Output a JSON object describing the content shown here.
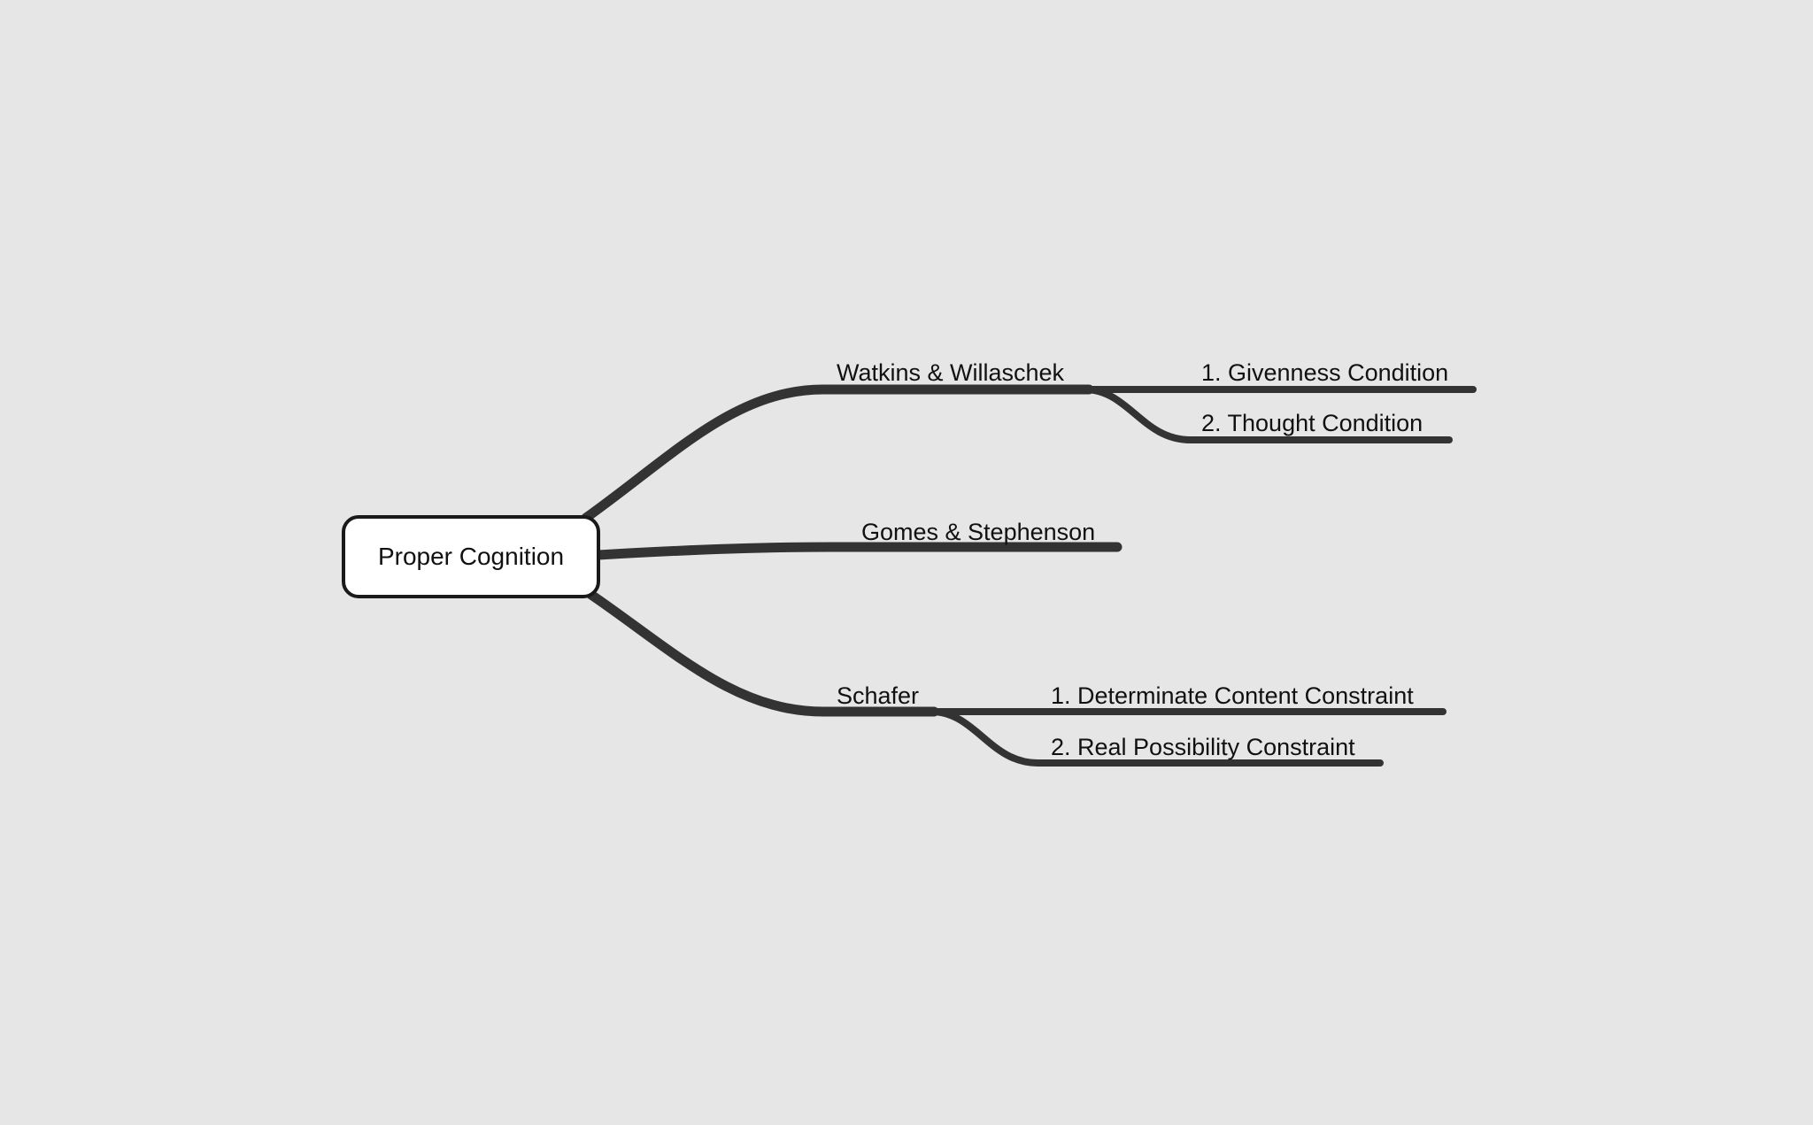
{
  "diagram": {
    "root": {
      "label": "Proper Cognition"
    },
    "branches": [
      {
        "label": "Watkins & Willaschek",
        "children": [
          {
            "label": "1. Givenness Condition"
          },
          {
            "label": "2. Thought Condition"
          }
        ]
      },
      {
        "label": "Gomes & Stephenson",
        "children": []
      },
      {
        "label": "Schafer",
        "children": [
          {
            "label": "1. Determinate Content Constraint"
          },
          {
            "label": "2. Real Possibility Constraint"
          }
        ]
      }
    ]
  },
  "colors": {
    "background": "#e6e6e6",
    "branch": "#333333",
    "root_fill": "#ffffff",
    "root_stroke": "#1a1a1a",
    "text": "#111111"
  }
}
